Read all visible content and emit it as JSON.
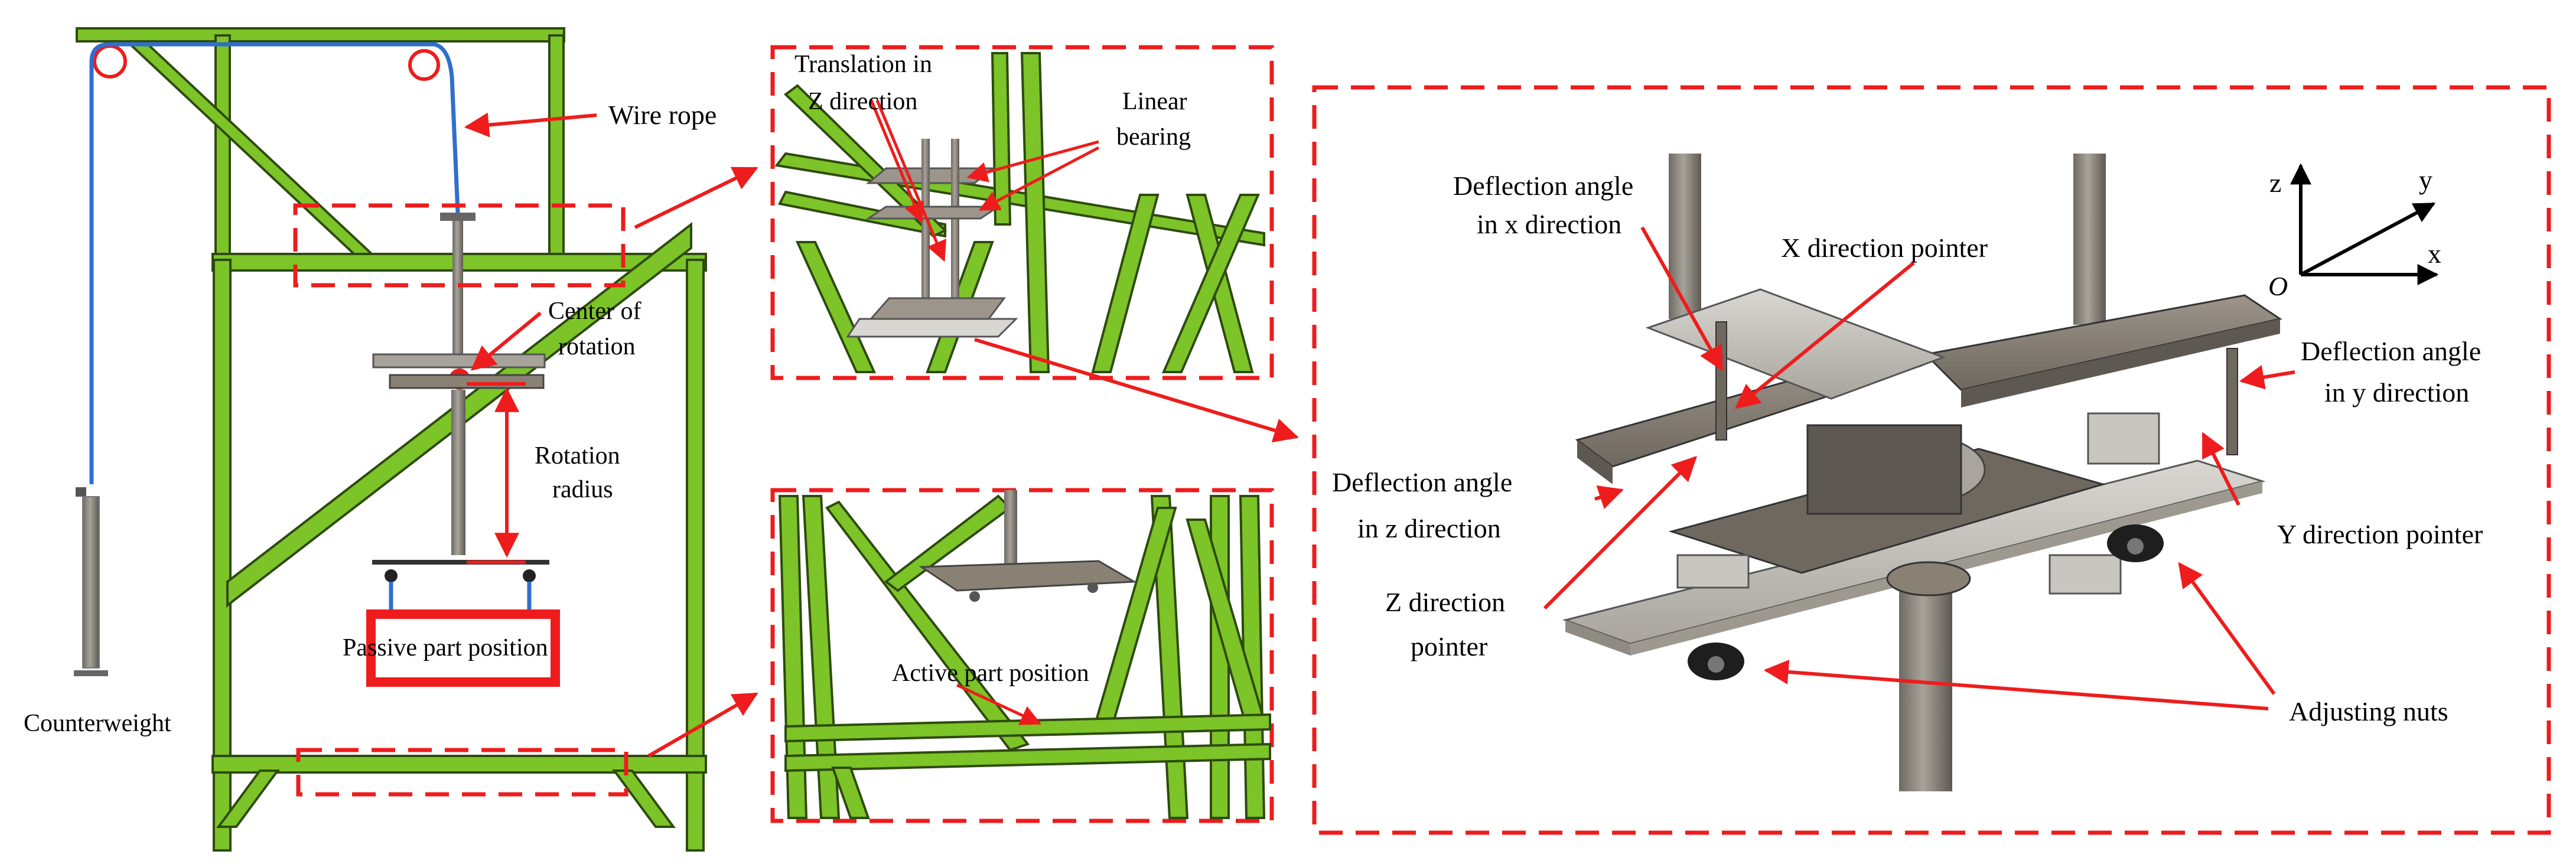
{
  "colors": {
    "frame_green": "#7cc427",
    "frame_dark": "#2f4a0f",
    "wire_blue": "#2f6fce",
    "annotation_red": "#ee1c1c",
    "metal_grey": "#8a8175",
    "metal_light": "#bdbab3"
  },
  "left_panel": {
    "wire_rope": "Wire rope",
    "center_of_rotation_line1": "Center of",
    "center_of_rotation_line2": "rotation",
    "rotation_radius_line1": "Rotation",
    "rotation_radius_line2": "radius",
    "passive_part_position": "Passive part position",
    "counterweight": "Counterweight"
  },
  "top_detail": {
    "translation_line1": "Translation in",
    "translation_line2": "Z direction",
    "linear_bearing_line1": "Linear",
    "linear_bearing_line2": "bearing"
  },
  "bottom_detail": {
    "active_part_position": "Active part position"
  },
  "right_detail": {
    "axis_z": "z",
    "axis_y": "y",
    "axis_x": "x",
    "axis_origin": "O",
    "deflection_x_line1": "Deflection angle",
    "deflection_x_line2": "in x direction",
    "x_pointer": "X direction pointer",
    "deflection_y_line1": "Deflection angle",
    "deflection_y_line2": "in y direction",
    "deflection_z_line1": "Deflection angle",
    "deflection_z_line2": "in z direction",
    "y_pointer": "Y direction pointer",
    "z_pointer_line1": "Z direction",
    "z_pointer_line2": "pointer",
    "adjusting_nuts": "Adjusting nuts"
  }
}
